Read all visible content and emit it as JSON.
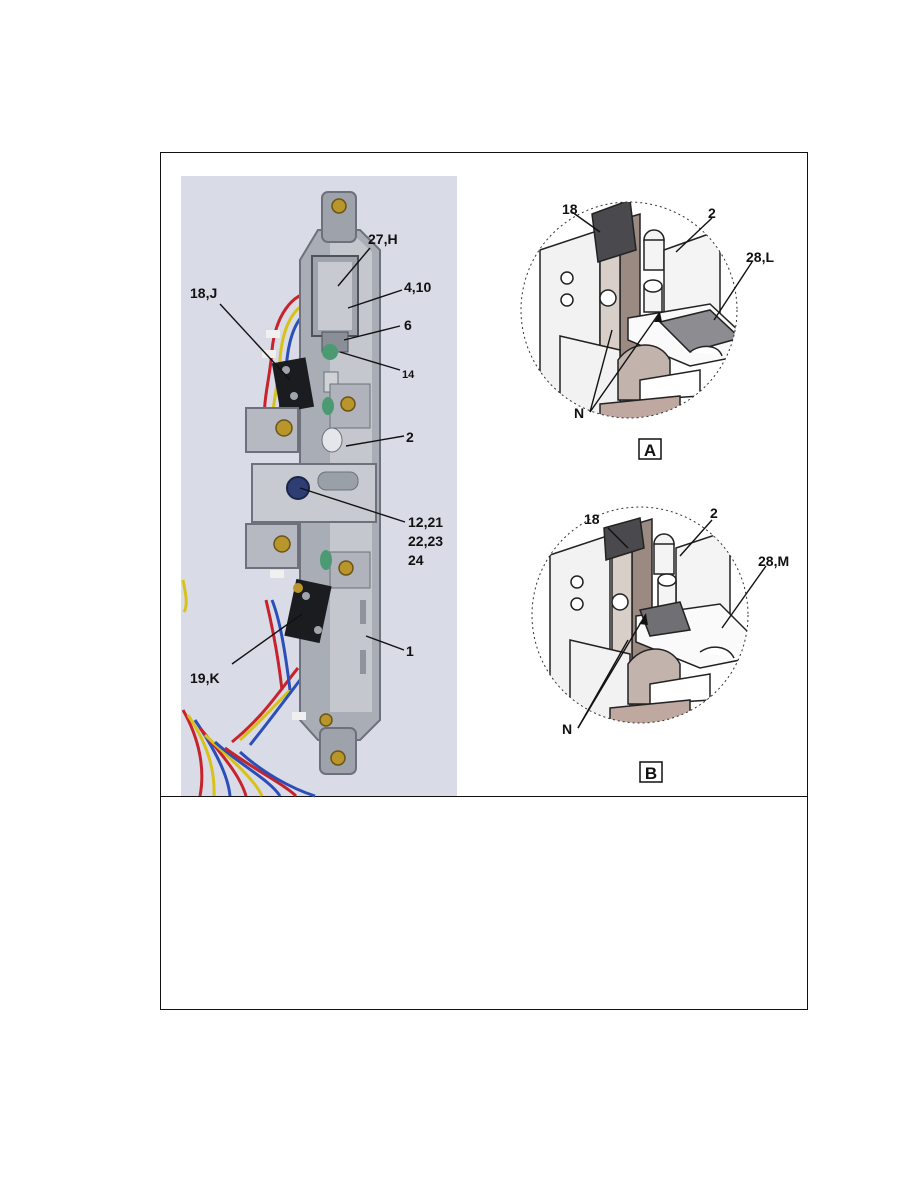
{
  "photo": {
    "callouts": {
      "c27H": "27,H",
      "c4_10": "4,10",
      "c6": "6",
      "c14": "14",
      "c18J": "18,J",
      "c2": "2",
      "c12_21": "12,21",
      "c22_23": "22,23",
      "c24": "24",
      "c19K": "19,K",
      "c1": "1"
    }
  },
  "diagram_a": {
    "caption": "A",
    "callouts": {
      "c18": "18",
      "c2": "2",
      "c28L": "28,L",
      "cN": "N"
    }
  },
  "diagram_b": {
    "caption": "B",
    "callouts": {
      "c18": "18",
      "c2": "2",
      "c28M": "28,M",
      "cN": "N"
    }
  }
}
